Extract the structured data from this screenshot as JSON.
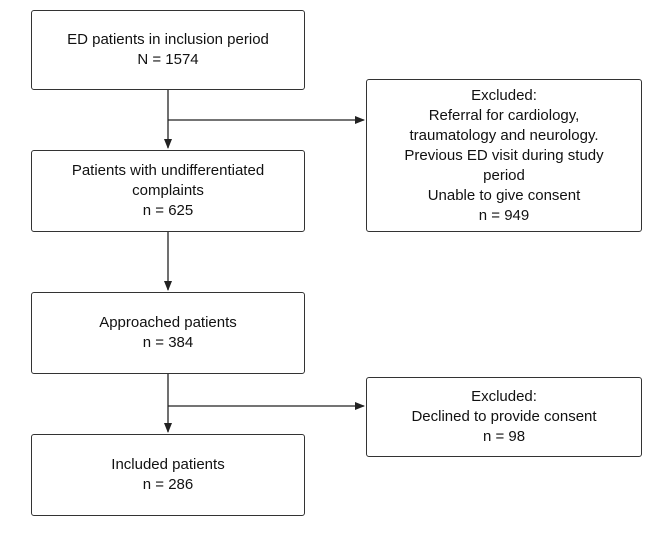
{
  "boxes": {
    "ed_patients": {
      "title": "ED patients in inclusion period",
      "count": "N = 1574"
    },
    "undifferentiated": {
      "title": "Patients with undifferentiated complaints",
      "count": "n = 625"
    },
    "approached": {
      "title": "Approached patients",
      "count": "n = 384"
    },
    "included": {
      "title": "Included patients",
      "count": "n = 286"
    },
    "excluded_1": {
      "title": "Excluded:",
      "reasons": [
        "Referral for cardiology, traumatology and neurology.",
        "Previous ED visit during study period",
        "Unable to give consent"
      ],
      "count": "n = 949"
    },
    "excluded_2": {
      "title": "Excluded:",
      "reasons": [
        "Declined to provide consent"
      ],
      "count": "n = 98"
    }
  },
  "colors": {
    "border": "#333333",
    "arrow": "#222222",
    "text": "#111111",
    "background": "#ffffff"
  }
}
